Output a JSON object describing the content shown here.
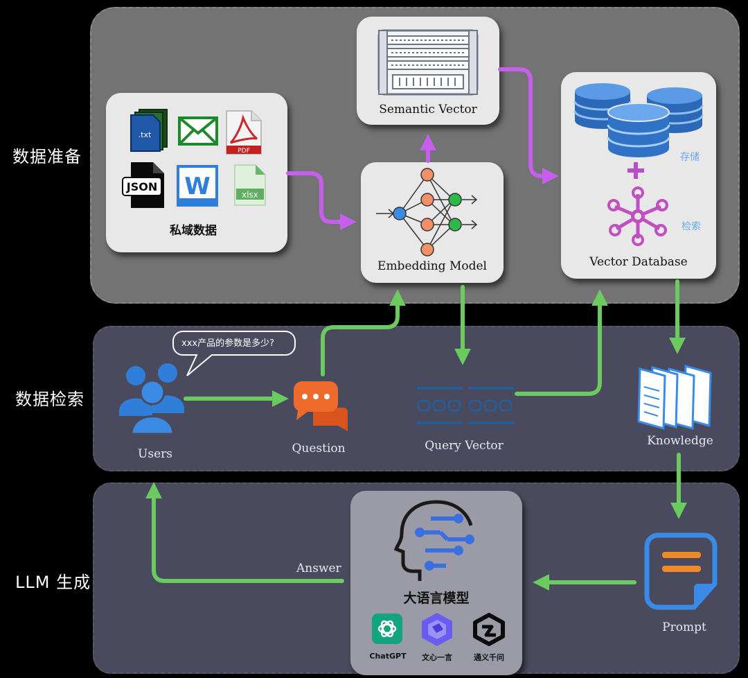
{
  "stages": {
    "preparation": "数据准备",
    "retrieval": "数据检索",
    "generation": "LLM 生成"
  },
  "private_data": {
    "label": "私域数据",
    "file_icons": {
      "txt": ".txt",
      "pdf": "PDF",
      "json": "JSON",
      "word": "W",
      "xlsx": "xlsx"
    }
  },
  "semantic_vector": {
    "label": "Semantic Vector"
  },
  "embedding_model": {
    "label": "Embedding Model"
  },
  "vector_database": {
    "label": "Vector Database",
    "store_note": "存储",
    "retrieve_note": "检索"
  },
  "users": {
    "label": "Users",
    "speech": "xxx产品的参数是多少?"
  },
  "question": {
    "label": "Question"
  },
  "query_vector": {
    "label": "Query Vector"
  },
  "knowledge": {
    "label": "Knowledge"
  },
  "prompt": {
    "label": "Prompt"
  },
  "llm": {
    "label": "大语言模型",
    "models": [
      "ChatGPT",
      "文心一言",
      "通义千问"
    ]
  },
  "answer": {
    "label": "Answer"
  },
  "colors": {
    "prep_arrow": "#c85ef0",
    "flow_arrow": "#6ccb5f",
    "accent_blue": "#2f7fd8",
    "accent_orange": "#ee6a2b",
    "db_blue": "#3a7fd1",
    "node_purple": "#c04fc0"
  }
}
